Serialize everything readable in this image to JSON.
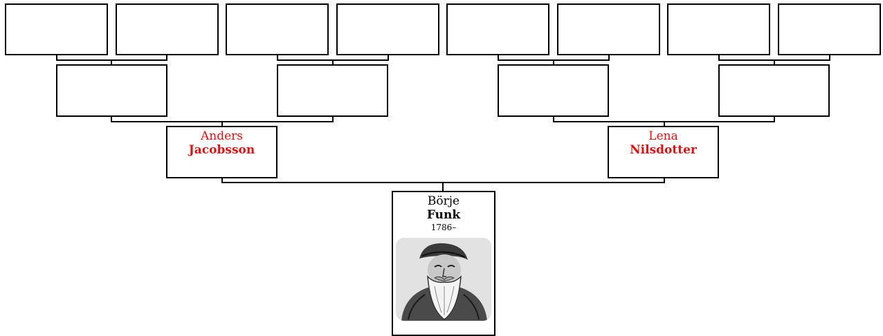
{
  "root_person": {
    "given_name": "Börje",
    "surname": "Funk",
    "years": "1786–",
    "portrait_icon": "engraved-portrait-bearded-man"
  },
  "parents": [
    {
      "role": "father",
      "given_name": "Anders",
      "surname": "Jacobsson",
      "color": "#e01010"
    },
    {
      "role": "mother",
      "given_name": "Lena",
      "surname": "Nilsdotter",
      "color": "#e01010"
    }
  ],
  "grandparents": [
    {
      "given_name": "",
      "surname": ""
    },
    {
      "given_name": "",
      "surname": ""
    },
    {
      "given_name": "",
      "surname": ""
    },
    {
      "given_name": "",
      "surname": ""
    }
  ],
  "great_grandparents": [
    {
      "given_name": "",
      "surname": ""
    },
    {
      "given_name": "",
      "surname": ""
    },
    {
      "given_name": "",
      "surname": ""
    },
    {
      "given_name": "",
      "surname": ""
    },
    {
      "given_name": "",
      "surname": ""
    },
    {
      "given_name": "",
      "surname": ""
    },
    {
      "given_name": "",
      "surname": ""
    },
    {
      "given_name": "",
      "surname": ""
    }
  ]
}
